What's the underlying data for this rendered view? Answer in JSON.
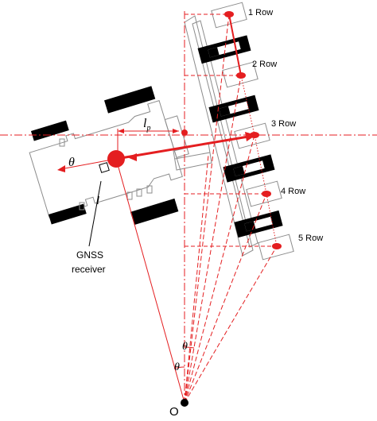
{
  "labels": {
    "row1": "1 Row",
    "row2": "2 Row",
    "row3": "3 Row",
    "row4": "4 Row",
    "row5": "5 Row",
    "lp_main": "l",
    "lp_sub": "p",
    "l": "l",
    "theta_heading": "θ",
    "theta_upper": "θ",
    "theta_lower": "θ",
    "origin": "O",
    "gnss_line1": "GNSS",
    "gnss_line2": "receiver"
  },
  "colors": {
    "red": "#e41e20",
    "black": "#000000",
    "gray": "#8c8c8c"
  }
}
